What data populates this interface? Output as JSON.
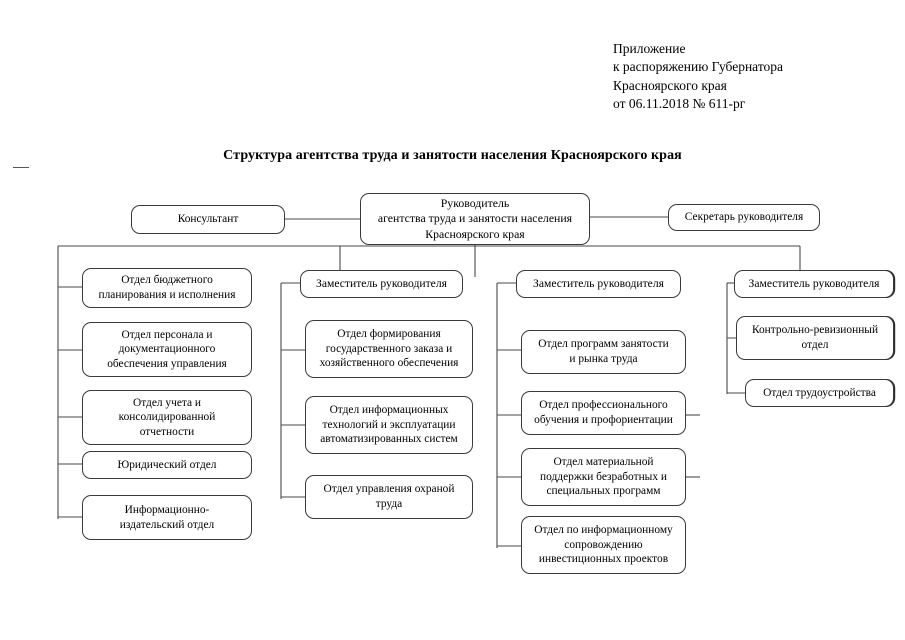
{
  "document": {
    "header_lines": [
      "Приложение",
      "к распоряжению Губернатора",
      "Красноярского края",
      "от 06.11.2018 № 611-рг"
    ],
    "title": "Структура агентства труда и занятости населения Красноярского края"
  },
  "chart_data": {
    "type": "diagram",
    "title": "Структура агентства труда и занятости населения Красноярского края",
    "nodes": {
      "root": {
        "label": "Руководитель\nагентства труда и занятости населения\nКрасноярского края"
      },
      "consultant": {
        "label": "Консультант"
      },
      "secretary": {
        "label": "Секретарь руководителя"
      },
      "deputy1": {
        "label": "Заместитель руководителя"
      },
      "deputy2": {
        "label": "Заместитель руководителя"
      },
      "deputy3": {
        "label": "Заместитель руководителя"
      }
    },
    "columns": [
      {
        "name": "finance-column",
        "parent": "root",
        "items": [
          {
            "label": "Отдел бюджетного\nпланирования и исполнения"
          },
          {
            "label": "Отдел персонала и\nдокументационного\nобеспечения управления"
          },
          {
            "label": "Отдел учета и\nконсолидированной\nотчетности"
          },
          {
            "label": "Юридический отдел"
          },
          {
            "label": "Информационно-\nиздательский отдел"
          }
        ]
      },
      {
        "name": "deputy1-column",
        "parent": "deputy1",
        "items": [
          {
            "label": "Отдел формирования\nгосударственного заказа и\nхозяйственного обеспечения"
          },
          {
            "label": "Отдел информационных\nтехнологий и эксплуатации\nавтоматизированных систем"
          },
          {
            "label": "Отдел управления охраной\nтруда"
          }
        ]
      },
      {
        "name": "deputy2-column",
        "parent": "deputy2",
        "items": [
          {
            "label": "Отдел программ занятости\nи рынка труда"
          },
          {
            "label": "Отдел профессионального\nобучения и профориентации"
          },
          {
            "label": "Отдел материальной\nподдержки безработных и\nспециальных программ"
          },
          {
            "label": "Отдел по информационному\nсопровождению\nинвестиционных проектов"
          }
        ]
      },
      {
        "name": "deputy3-column",
        "parent": "deputy3",
        "items": [
          {
            "label": "Контрольно-ревизионный\nотдел"
          },
          {
            "label": "Отдел трудоустройства"
          }
        ]
      }
    ],
    "colors": {
      "background": "#ffffff",
      "box_border": "#3a3a3a",
      "connector": "#4a4a4a",
      "text": "#000000"
    }
  }
}
